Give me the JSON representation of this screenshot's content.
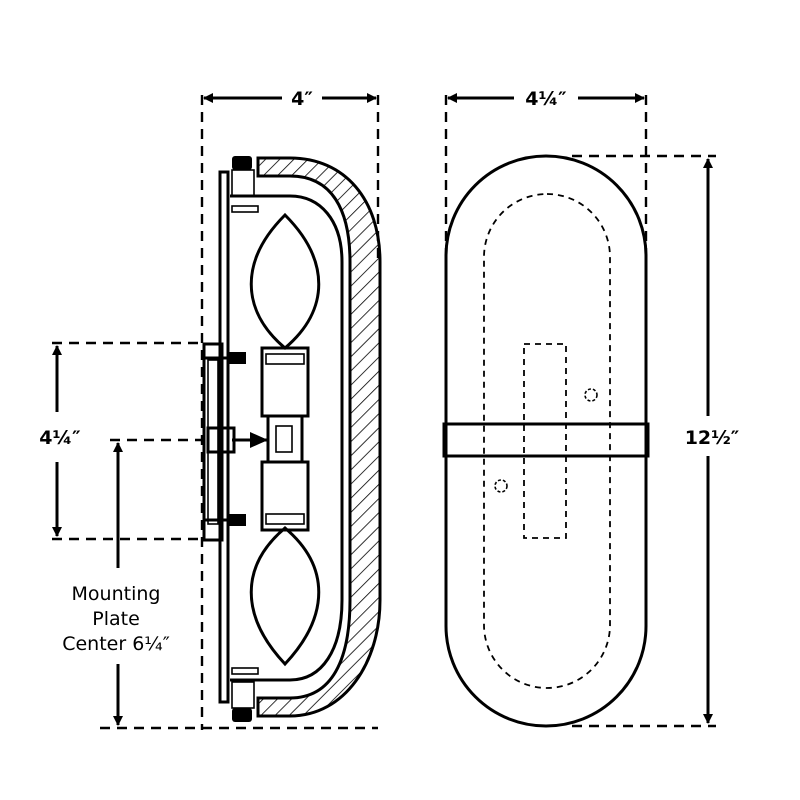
{
  "dimensions": {
    "side_width": "4″",
    "front_width": "4¼″",
    "front_height": "12½″",
    "mount_plate_height": "4¼″",
    "mount_center_line1": "Mounting",
    "mount_center_line2": "Plate",
    "mount_center_line3": "Center 6¼″"
  },
  "colors": {
    "line": "#000000",
    "background": "#ffffff"
  }
}
